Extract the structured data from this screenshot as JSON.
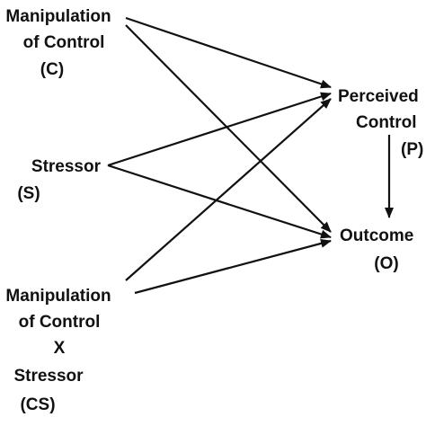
{
  "nodes": {
    "c": {
      "lines": [
        "Manipulation",
        "of Control",
        "(C)"
      ]
    },
    "s": {
      "lines": [
        "Stressor",
        "(S)"
      ]
    },
    "cs": {
      "lines": [
        "Manipulation",
        "of Control",
        "X",
        "Stressor",
        "(CS)"
      ]
    },
    "p": {
      "lines": [
        "Perceived",
        "Control",
        "(P)"
      ]
    },
    "o": {
      "lines": [
        "Outcome",
        "(O)"
      ]
    }
  },
  "edges": [
    {
      "from": "c",
      "to": "p"
    },
    {
      "from": "c",
      "to": "o"
    },
    {
      "from": "s",
      "to": "p"
    },
    {
      "from": "s",
      "to": "o"
    },
    {
      "from": "cs",
      "to": "p"
    },
    {
      "from": "cs",
      "to": "o"
    },
    {
      "from": "p",
      "to": "o"
    }
  ],
  "colors": {
    "ink": "#111111",
    "background": "#ffffff"
  }
}
